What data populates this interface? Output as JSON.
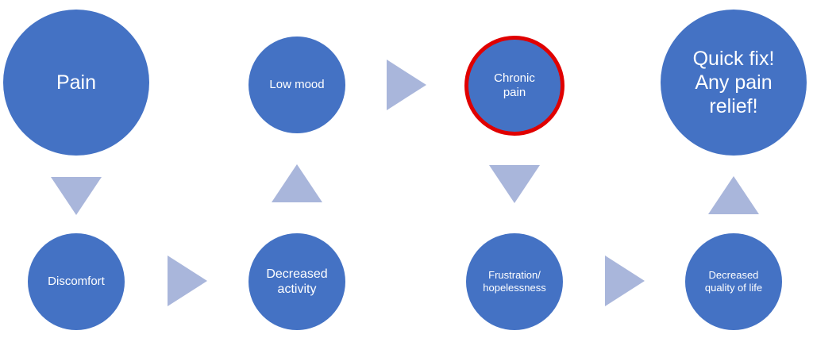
{
  "colors": {
    "node_fill": "#4472c4",
    "node_text": "#ffffff",
    "arrow_fill": "#a9b6db",
    "highlight_border": "#e00000"
  },
  "nodes": {
    "pain": "Pain",
    "discomfort": "Discomfort",
    "decreased_activity": "Decreased\nactivity",
    "low_mood": "Low mood",
    "chronic_pain": "Chronic\npain",
    "frustration": "Frustration/\nhopelessness",
    "decreased_quality": "Decreased\nquality of life",
    "quick_fix": "Quick fix!\nAny pain\nrelief!"
  }
}
